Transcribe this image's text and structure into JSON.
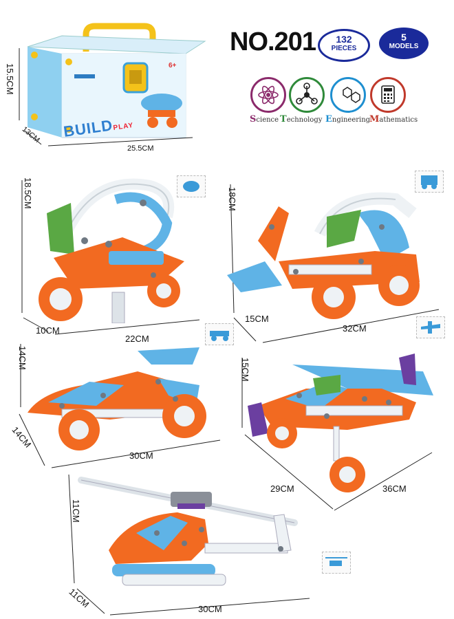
{
  "header": {
    "model_number": "NO.201",
    "pieces_badge": {
      "number": "132",
      "label": "PIECES"
    },
    "models_badge": {
      "number": "5",
      "label": "MODELS"
    }
  },
  "stem": {
    "labels": [
      {
        "initial": "S",
        "rest": "cience"
      },
      {
        "initial": "T",
        "rest": "echnology"
      },
      {
        "initial": "E",
        "rest": "ngineering"
      },
      {
        "initial": "M",
        "rest": "athematics"
      }
    ],
    "icons": [
      "atom-icon",
      "molecule-icon",
      "benzene-ring-icon",
      "calculator-icon"
    ],
    "colors": [
      "#8b2a6b",
      "#2f8a3a",
      "#1e8fd0",
      "#c0392b"
    ]
  },
  "box": {
    "brand_text": "BUILD",
    "brand_sub": "PLAY",
    "height": "15.5CM",
    "depth": "13CM",
    "width": "25.5CM"
  },
  "models": [
    {
      "name": "motorcycle",
      "height": "18.5CM",
      "depth": "10CM",
      "length": "22CM"
    },
    {
      "name": "bulldozer",
      "height": "18CM",
      "depth": "15CM",
      "length": "32CM"
    },
    {
      "name": "race-car",
      "height": "14CM",
      "depth": "14CM",
      "length": "30CM"
    },
    {
      "name": "airplane",
      "height": "15CM",
      "depth": "29CM",
      "length": "36CM"
    },
    {
      "name": "helicopter",
      "height": "11CM",
      "depth": "11CM",
      "length": "30CM"
    }
  ],
  "palette": {
    "orange": "#f26a21",
    "blue": "#5fb3e6",
    "green": "#5aa844",
    "white": "#eef2f5",
    "purple": "#6b3fa0",
    "gray": "#7a8590",
    "navy": "#1a2a9a"
  }
}
